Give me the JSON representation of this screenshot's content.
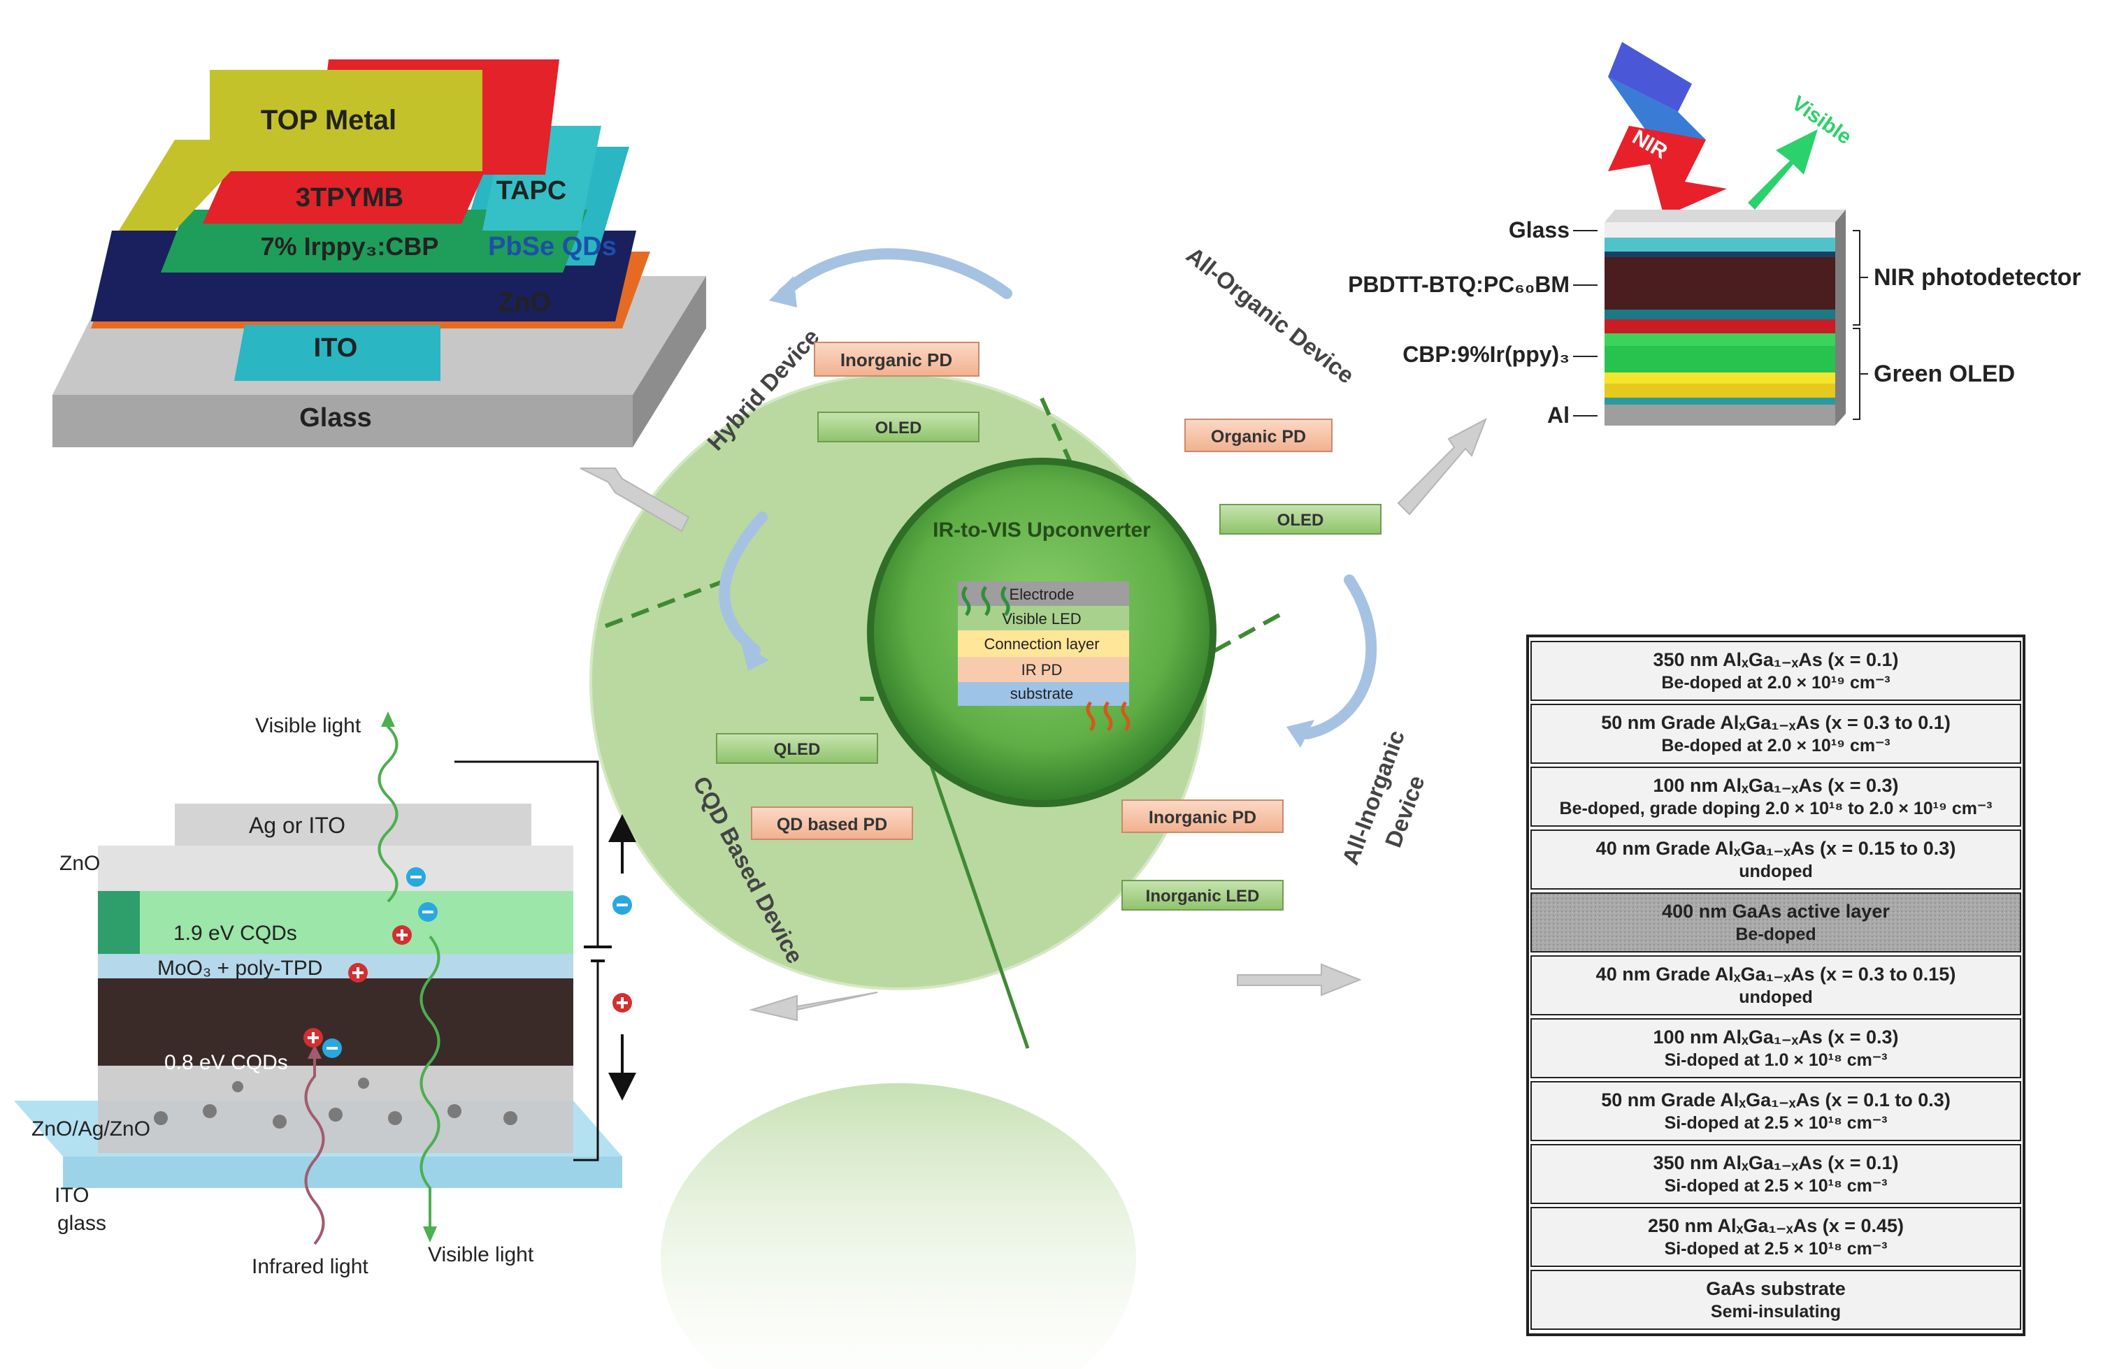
{
  "center": {
    "title": "IR-to-VIS Upconverter",
    "layers": [
      "Electrode",
      "Visible LED",
      "Connection layer",
      "IR PD",
      "substrate"
    ]
  },
  "categories": {
    "hybrid": {
      "title": "Hybrid Device",
      "components": [
        "Inorganic PD",
        "OLED"
      ]
    },
    "organic": {
      "title": "All-Organic Device",
      "components": [
        "Organic PD",
        "OLED"
      ]
    },
    "inorganic": {
      "title_line1": "All-Inorganic",
      "title_line2": "Device",
      "components": [
        "Inorganic PD",
        "Inorganic LED"
      ]
    },
    "cqd": {
      "title": "CQD Based Device",
      "components": [
        "QLED",
        "QD based PD"
      ]
    }
  },
  "hybrid_stack": {
    "layers": [
      "TOP Metal",
      "3TPYMB",
      "TAPC",
      "7% Irppy₃:CBP",
      "PbSe QDs",
      "ZnO",
      "ITO",
      "Glass"
    ]
  },
  "organic_stack": {
    "labels": [
      "Glass",
      "PBDTT-BTQ:PC₆₀BM",
      "CBP:9%Ir(ppy)₃",
      "Al"
    ],
    "groups": [
      "NIR photodetector",
      "Green OLED"
    ],
    "arrow_in": "NIR",
    "arrow_out": "Visible"
  },
  "cqd_stack": {
    "labels": [
      "Ag or ITO",
      "ZnO",
      "1.9 eV CQDs",
      "MoO₃ + poly-TPD",
      "0.8 eV CQDs",
      "ZnO/Ag/ZnO",
      "ITO",
      "glass"
    ],
    "light": [
      "Visible light",
      "Infrared light",
      "Visible light"
    ]
  },
  "inorganic_stack": {
    "rows": [
      [
        "350 nm AlₓGa₁₋ₓAs (x = 0.1)",
        "Be-doped at 2.0 × 10¹⁹ cm⁻³"
      ],
      [
        "50 nm Grade AlₓGa₁₋ₓAs (x = 0.3 to 0.1)",
        "Be-doped at 2.0 × 10¹⁹ cm⁻³"
      ],
      [
        "100 nm AlₓGa₁₋ₓAs (x = 0.3)",
        "Be-doped, grade doping 2.0 × 10¹⁸ to 2.0 × 10¹⁹ cm⁻³"
      ],
      [
        "40 nm Grade AlₓGa₁₋ₓAs (x = 0.15 to 0.3)",
        "undoped"
      ],
      [
        "400 nm GaAs active layer",
        "Be-doped"
      ],
      [
        "40 nm Grade AlₓGa₁₋ₓAs (x = 0.3 to 0.15)",
        "undoped"
      ],
      [
        "100 nm AlₓGa₁₋ₓAs (x = 0.3)",
        "Si-doped at 1.0 × 10¹⁸ cm⁻³"
      ],
      [
        "50 nm Grade AlₓGa₁₋ₓAs (x = 0.1 to 0.3)",
        "Si-doped at 2.5 × 10¹⁸ cm⁻³"
      ],
      [
        "350 nm AlₓGa₁₋ₓAs (x = 0.1)",
        "Si-doped at 2.5 × 10¹⁸ cm⁻³"
      ],
      [
        "250 nm AlₓGa₁₋ₓAs (x = 0.45)",
        "Si-doped at 2.5 × 10¹⁸ cm⁻³"
      ],
      [
        "GaAs substrate",
        "Semi-insulating"
      ]
    ]
  },
  "colors": {
    "outer_circle": "#b9d9a0",
    "inner_circle": "#3f8a33",
    "pd_box": "#f6c6ad",
    "led_box": "#a9d18e",
    "accent_green": "#70ad47"
  }
}
